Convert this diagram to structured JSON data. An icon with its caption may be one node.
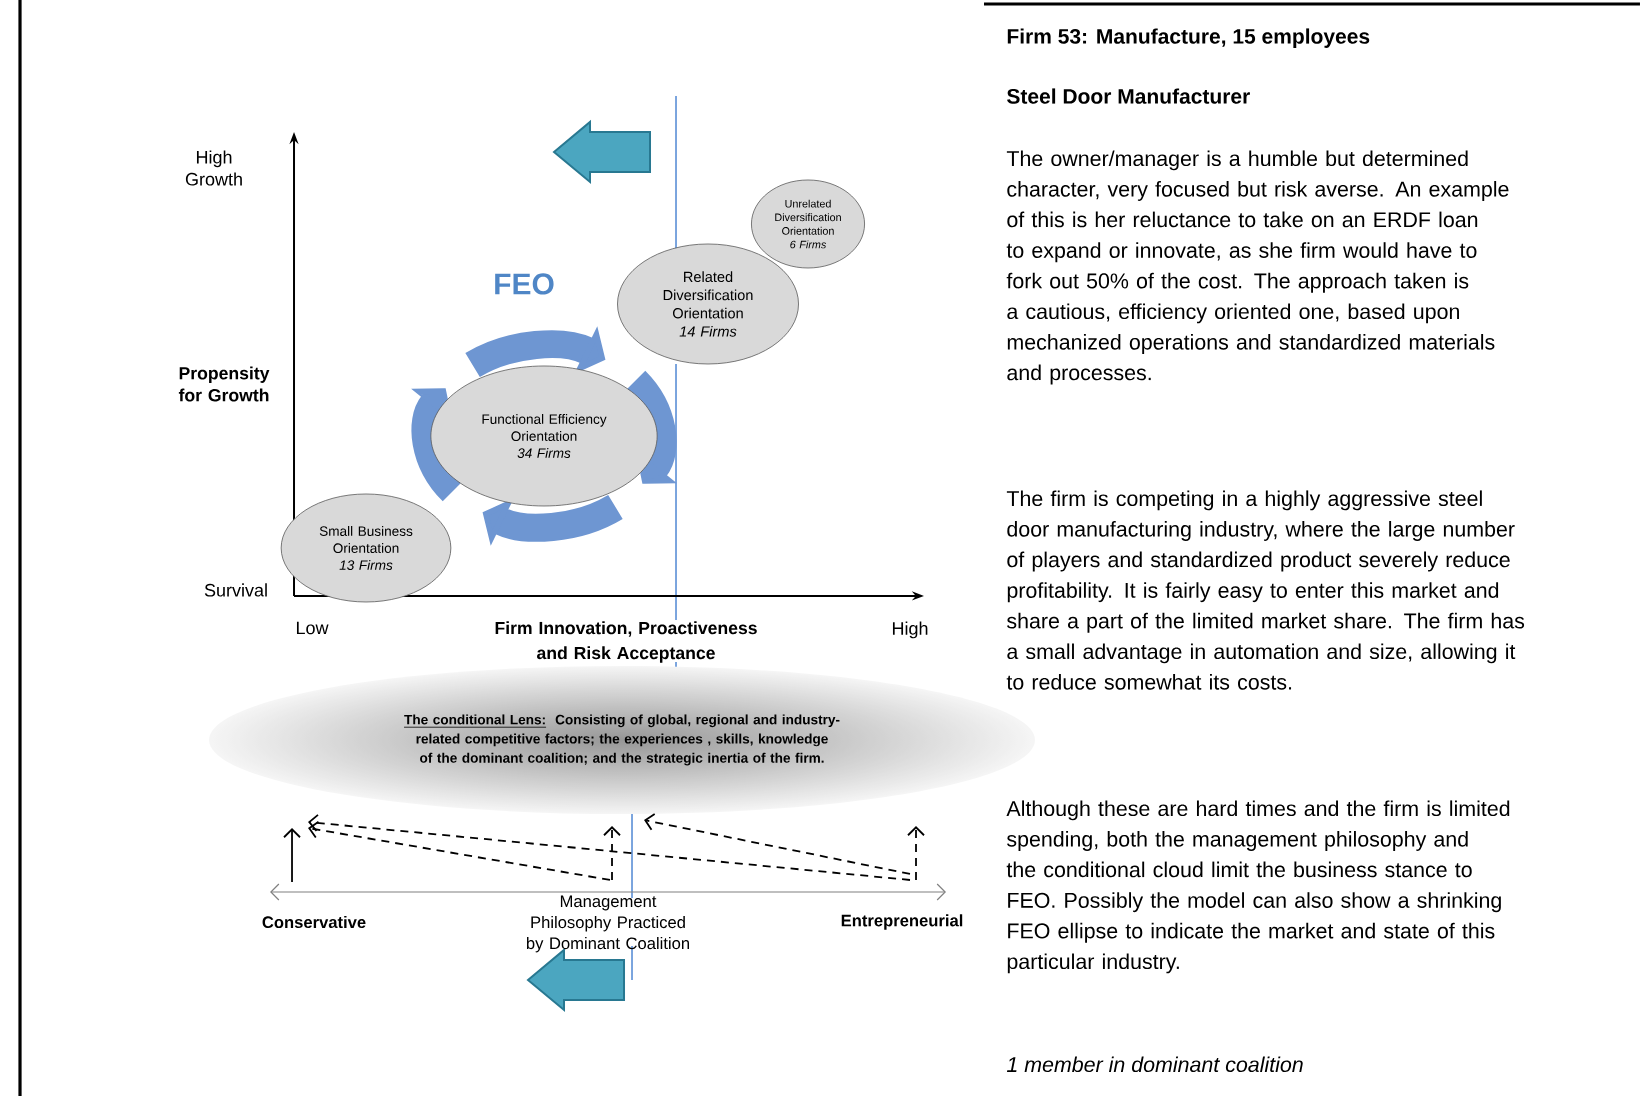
{
  "diagram": {
    "nodes": [
      {
        "text": [
          "Small Business Orientation",
          "13 Firms"
        ]
      },
      {
        "text": [
          "Functional Efficiency Orientation",
          "34 Firms"
        ]
      },
      {
        "text": [
          "Related Diversification Orientation",
          "14 Firms"
        ]
      },
      {
        "text": [
          "Unrelated Diversification Orientation",
          "6 Firms"
        ]
      },
      {
        "text": [
          "The conditional Lens:",
          "Consisting of global, regional and industry-related competitive factors; the experiences , skills, knowledge of the dominant coalition; and the strategic inertia of the firm."
        ]
      }
    ],
    "labels": [
      "High Growth",
      "FEO",
      "Propensity for Growth",
      "Survival",
      "Low",
      "Firm Innovation, Proactiveness and Risk Acceptance",
      "High",
      "Conservative",
      "Management Philosophy Practiced by Dominant Coalition",
      "Entrepreneurial",
      "Firm 53: Manufacture, 15 employees",
      "Steel Door Manufacturer",
      "The owner/manager is a humble but determined character, very focused but risk averse. An example of this is her reluctance to take on an ERDF loan to expand or innovate, as she firm would have to fork out 50% of the cost.  The approach taken is a cautious, efficiency oriented one, based upon mechanized operations and standardized materials and processes.",
      "The firm is competing in a highly aggressive steel door manufacturing industry, where the large number of players and standardized product severely reduce profitability. It is fairly easy to enter this market and share a part of the limited market share. The firm has a small advantage in automation and size, allowing it to reduce somewhat its costs.",
      "Although these are hard times and the firm is limited spending, both the management philosophy and the conditional cloud limit the business stance to FEO. Possibly the model can also show a shrinking FEO ellipse to indicate the market and state of this particular industry.",
      "1 member in dominant coalition"
    ]
  }
}
